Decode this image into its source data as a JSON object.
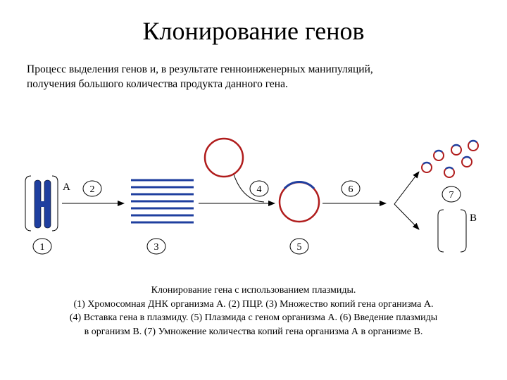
{
  "title": "Клонирование генов",
  "intro": [
    "Процесс выделения генов и, в результате генноинженерных манипуляций,",
    "получения большого количества продукта данного гена."
  ],
  "diagram": {
    "label_a": "A",
    "label_b": "B",
    "steps": [
      "1",
      "2",
      "3",
      "4",
      "5",
      "6",
      "7"
    ],
    "colors": {
      "chromosome": "#1f3f9f",
      "dna": "#1f3f9f",
      "plasmid": "#b01c1c",
      "insert": "#1f3f9f"
    }
  },
  "caption": [
    "Клонирование гена с использованием плазмиды.",
    "(1) Хромосомная ДНК организма А. (2) ПЦР. (3) Множество копий гена организма А.",
    "(4) Вставка гена в плазмиду. (5) Плазмида с геном организма А. (6) Введение плазмиды",
    "в организм В. (7) Умножение количества копий гена организма А в организме В."
  ]
}
